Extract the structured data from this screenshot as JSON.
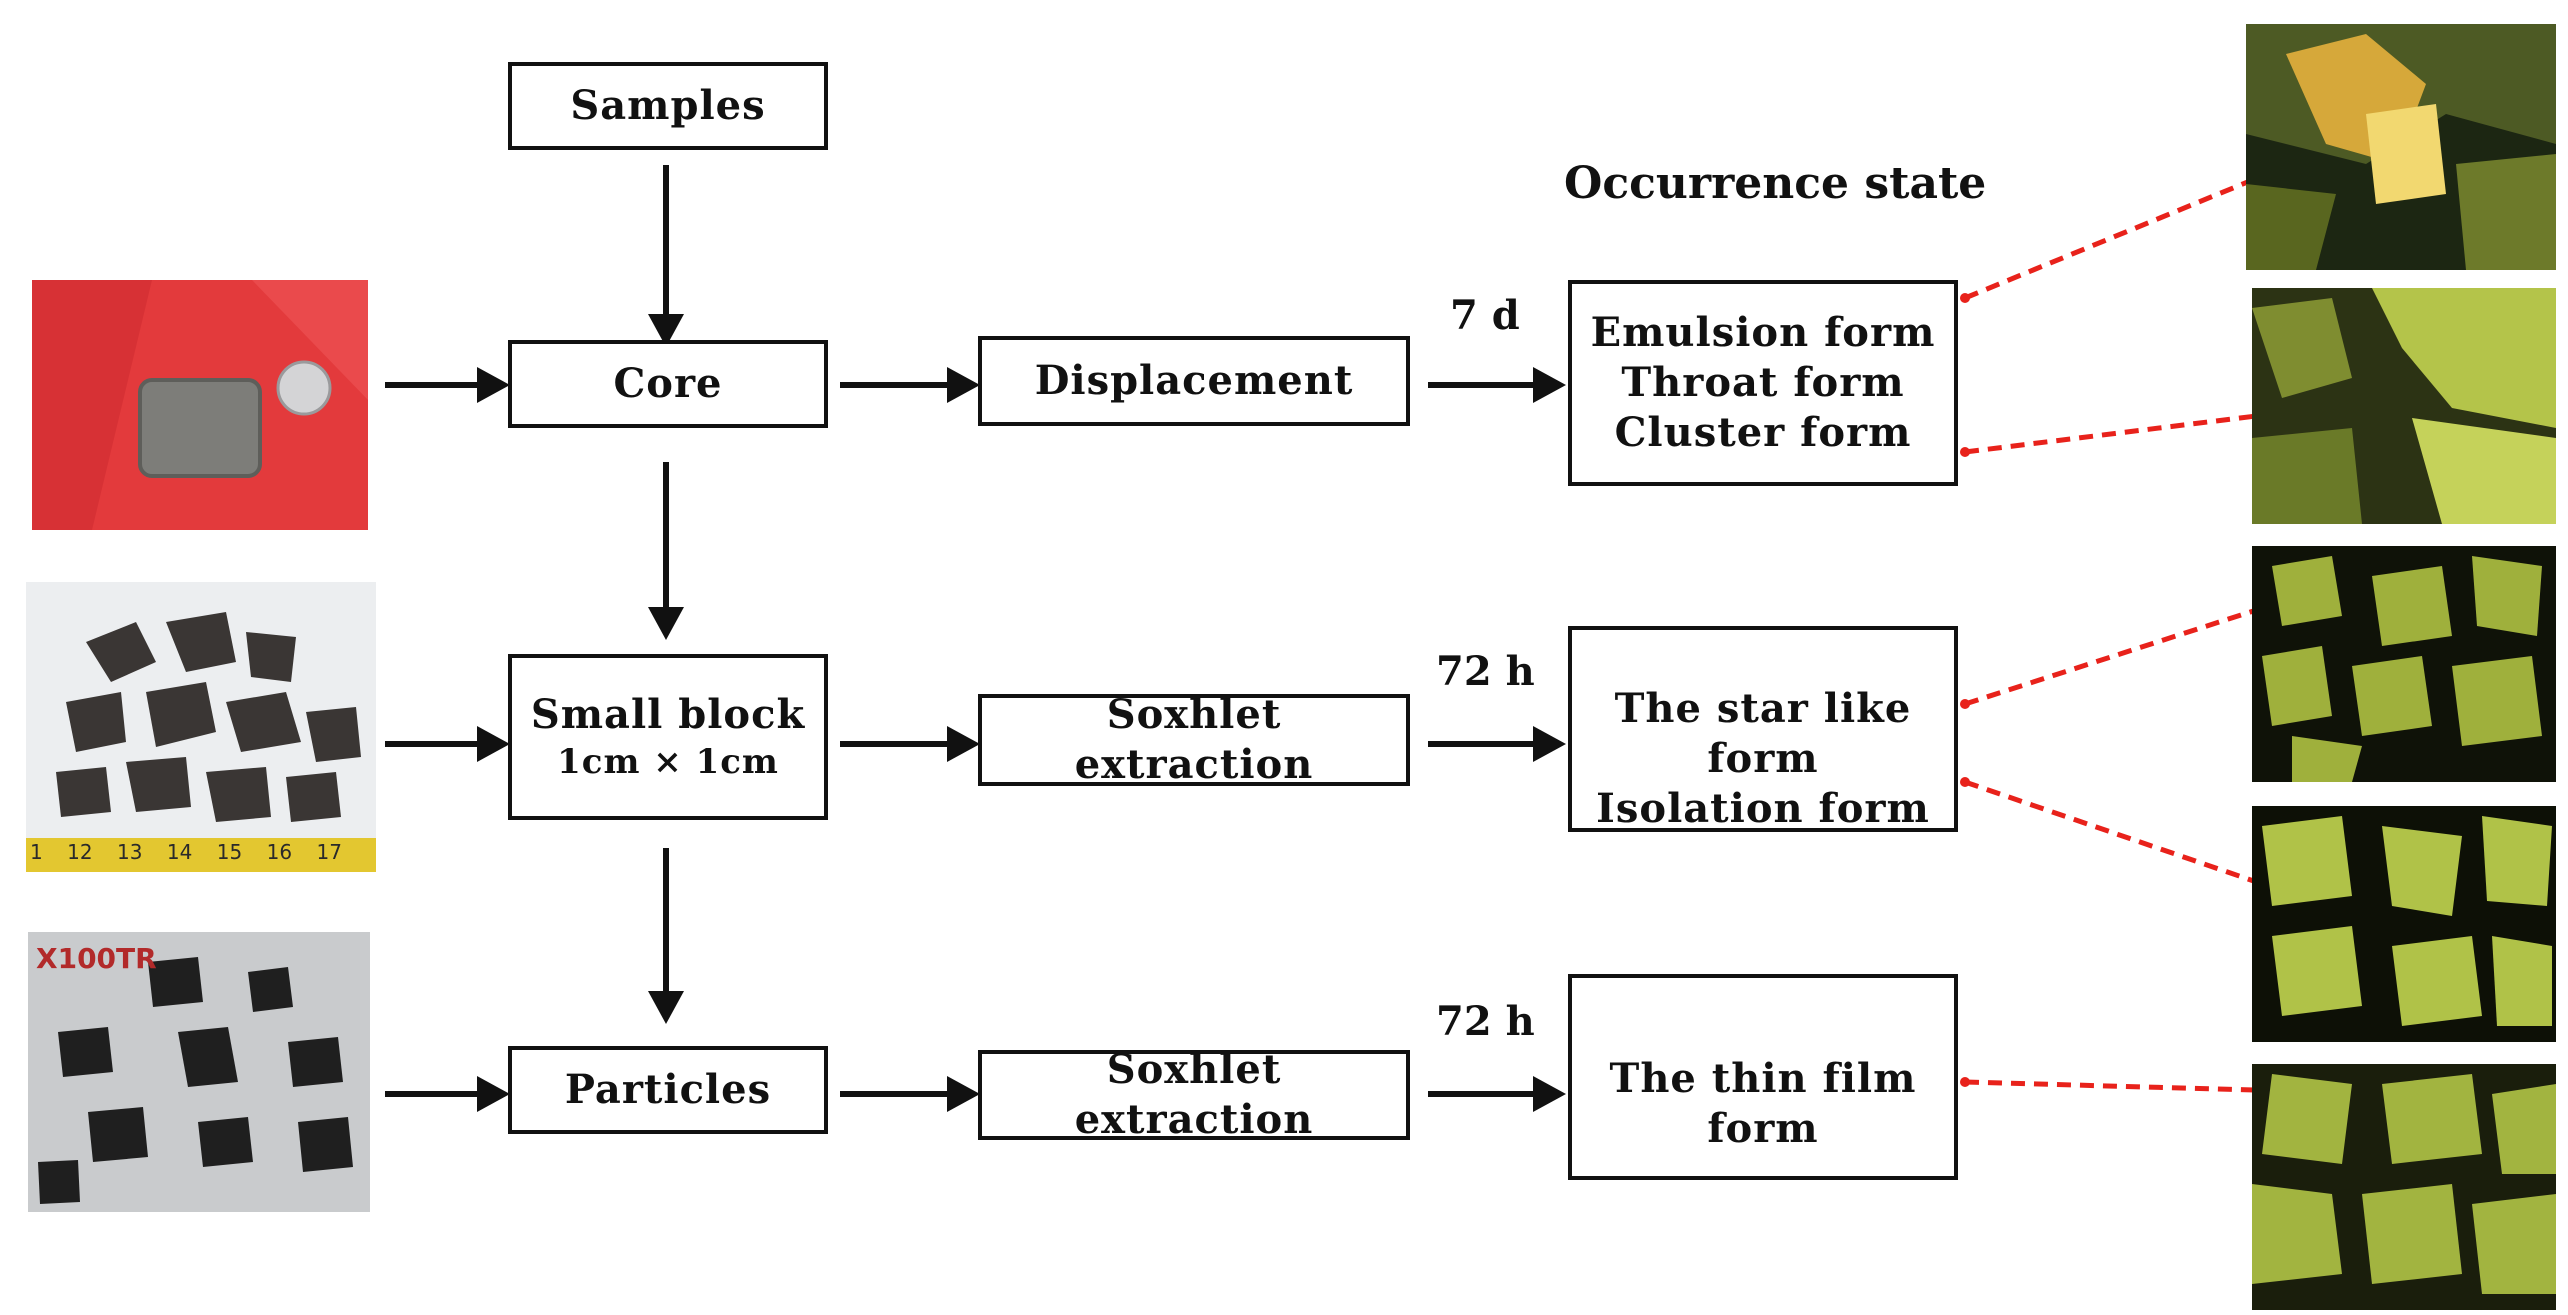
{
  "title": "Occurrence state",
  "boxes": {
    "samples": "Samples",
    "core": "Core",
    "small_block": "Small block",
    "small_block_size": "1cm × 1cm",
    "particles": "Particles",
    "displacement": "Displacement",
    "soxhlet_1": "Soxhlet extraction",
    "soxhlet_2": "Soxhlet extraction"
  },
  "durations": {
    "displacement": "7 d",
    "soxhlet_1": "72 h",
    "soxhlet_2": "72 h"
  },
  "states": {
    "group1": [
      "Emulsion form",
      "Throat form",
      "Cluster form"
    ],
    "group2": [
      "The star like form",
      "Isolation form"
    ],
    "group3": [
      "The thin film form"
    ]
  },
  "photos": {
    "particles_label": "X100TR",
    "ruler_ticks": [
      "1",
      "12",
      "13",
      "14",
      "15",
      "16",
      "17"
    ]
  },
  "colors": {
    "line": "#111111",
    "link_arrow": "#e8221b"
  }
}
